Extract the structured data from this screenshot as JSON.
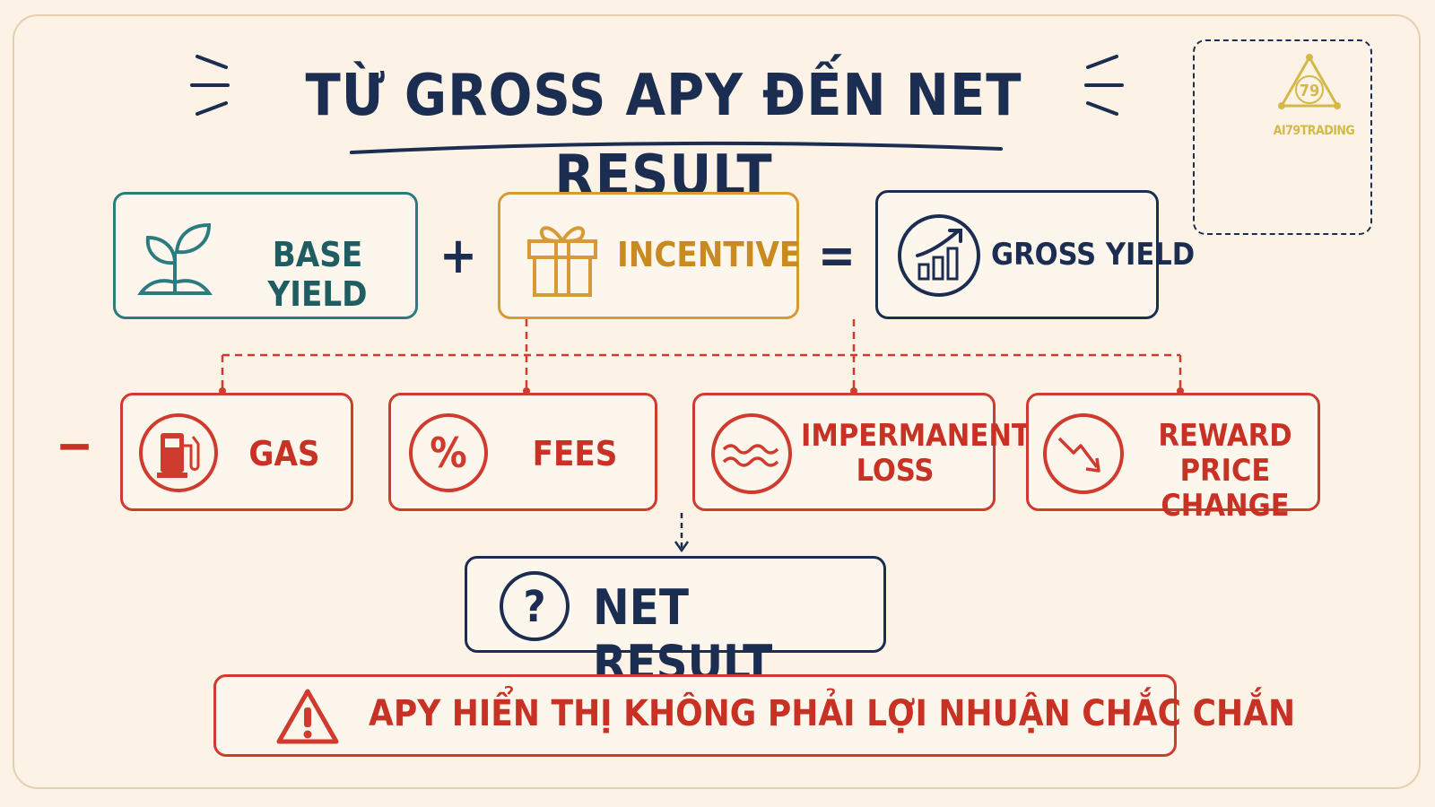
{
  "title": "TỪ GROSS APY ĐẾN NET RESULT",
  "logo": {
    "text": "AI79TRADING",
    "mark": "79"
  },
  "formula": {
    "base_yield": {
      "label": "BASE YIELD",
      "icon": "sprout-icon",
      "color": "#2b7c80"
    },
    "plus": "+",
    "incentive": {
      "label": "INCENTIVE",
      "icon": "gift-icon",
      "color": "#d89a36"
    },
    "equals": "=",
    "gross_yield": {
      "label": "GROSS YIELD",
      "icon": "chart-up-icon",
      "color": "#1c2d52"
    }
  },
  "deductions": {
    "minus": "−",
    "items": [
      {
        "label": "GAS",
        "icon": "gas-pump-icon"
      },
      {
        "label": "FEES",
        "icon": "percent-icon"
      },
      {
        "label_line1": "IMPERMANENT",
        "label_line2": "LOSS",
        "icon": "waves-icon"
      },
      {
        "label_line1": "REWARD PRICE",
        "label_line2": "CHANGE",
        "icon": "price-down-icon"
      }
    ],
    "color": "#cf3b2e"
  },
  "net_result": {
    "label": "NET RESULT",
    "icon": "question-icon"
  },
  "warning": {
    "text": "APY HIỂN THỊ KHÔNG PHẢI LỢI NHUẬN CHẮC CHẮN",
    "icon": "warning-icon"
  }
}
